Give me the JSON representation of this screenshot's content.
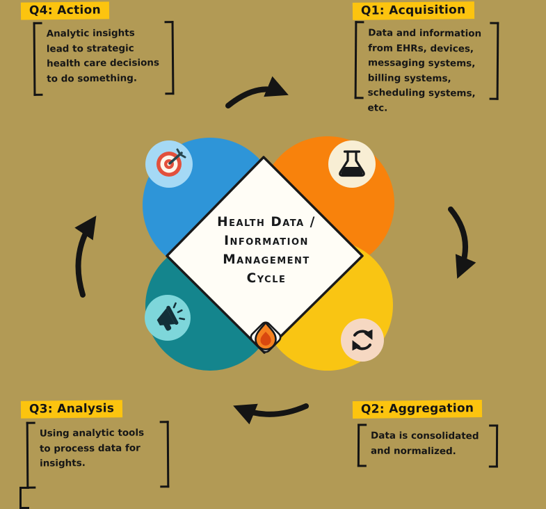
{
  "title": "Health Data / Information Management Cycle",
  "colors": {
    "background": "#b29a55",
    "highlight": "#fcc40f",
    "circle_blue": "#2e95d8",
    "circle_orange": "#f8820c",
    "circle_yellow": "#f9c513",
    "circle_teal": "#14858d",
    "badge_blue": "#a5d9f5",
    "badge_cream": "#f8eed4",
    "badge_peach": "#f6d8c2",
    "badge_teal": "#7ed6da",
    "flame_orange": "#f58220",
    "ink": "#141414"
  },
  "center": {
    "title_line1": "Health Data /",
    "title_line2": "Information",
    "title_line3": "Management",
    "title_line4": "Cycle"
  },
  "quadrants": {
    "q1": {
      "label": "Q1: Acquisition",
      "text": "Data and information from EHRs, devices, messaging systems, billing systems, scheduling systems, etc.",
      "icon": "flask-icon"
    },
    "q2": {
      "label": "Q2: Aggregation",
      "text": "Data is consolidated and normalized.",
      "icon": "recycle-icon"
    },
    "q3": {
      "label": "Q3: Analysis",
      "text": "Using analytic tools to process data for insights.",
      "icon": "megaphone-icon"
    },
    "q4": {
      "label": "Q4: Action",
      "text": "Analytic insights lead to strategic health care decisions to do something.",
      "icon": "target-icon"
    }
  }
}
